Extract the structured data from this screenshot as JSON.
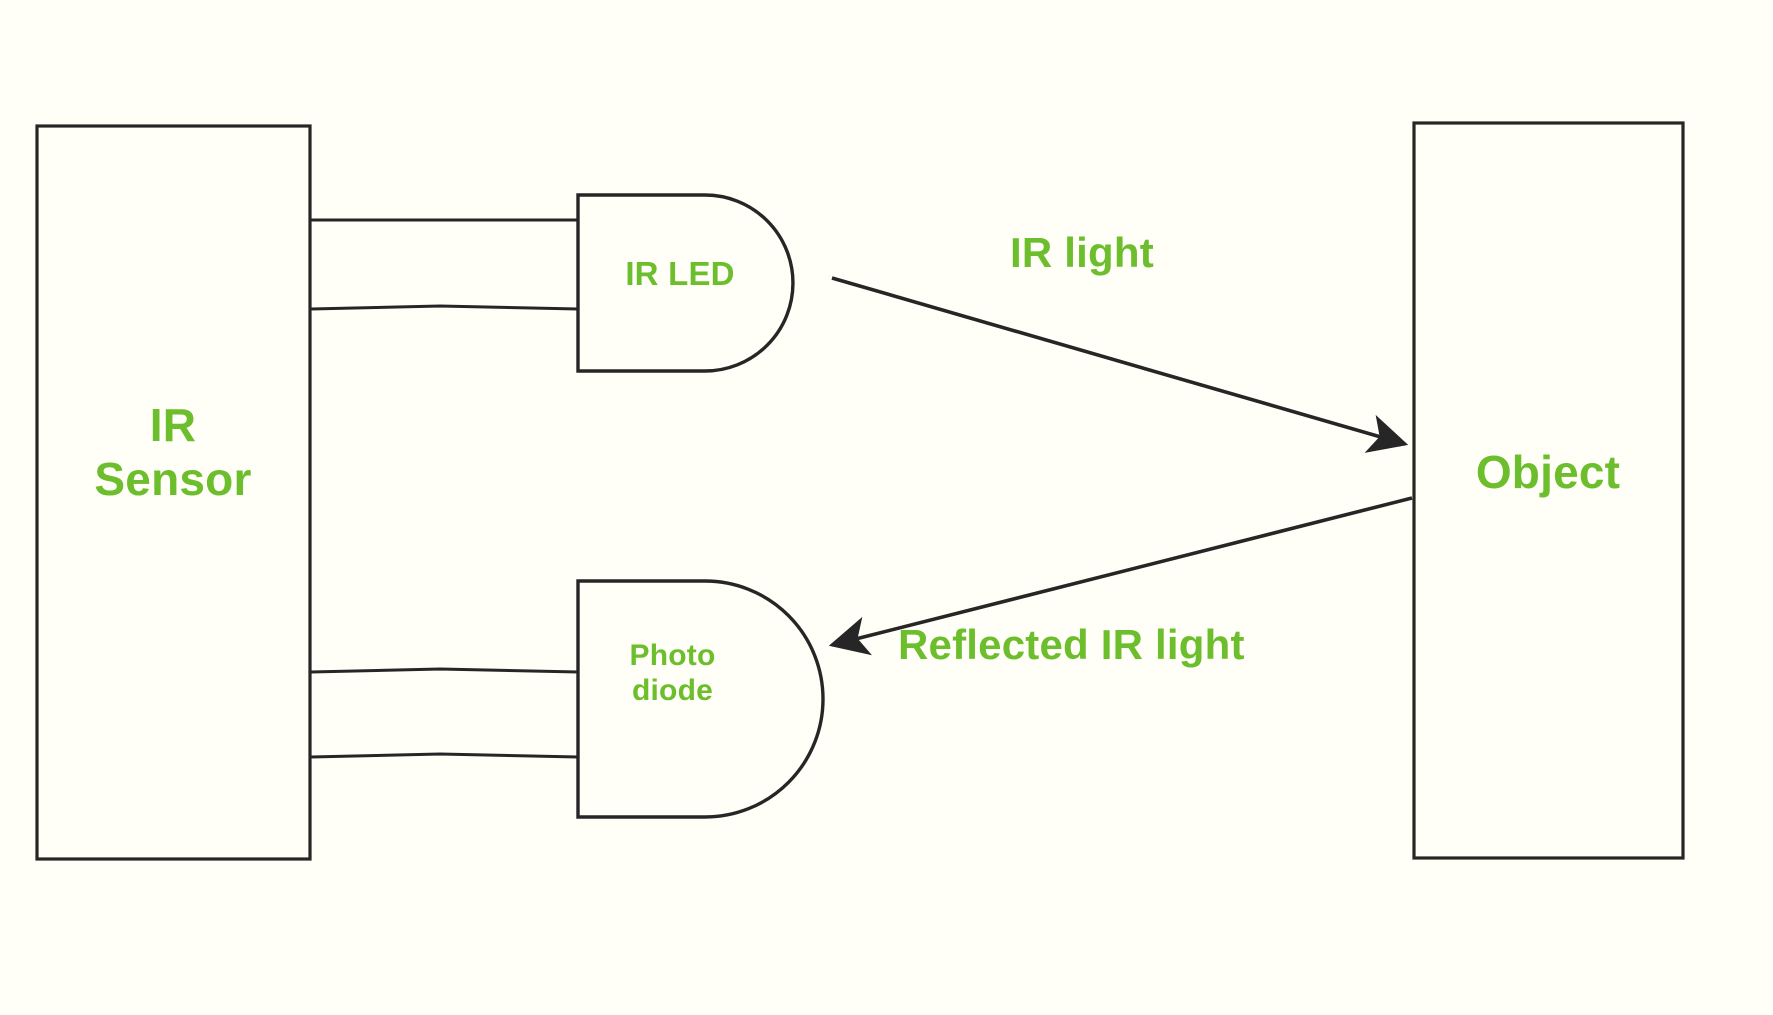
{
  "diagram": {
    "title": "IR Sensor object detection block diagram",
    "background_color": "#FFFEF7",
    "label_color": "#6CBE2C",
    "line_color": "#262626",
    "nodes": {
      "ir_sensor": {
        "label_line1": "IR",
        "label_line2": "Sensor",
        "shape": "rectangle"
      },
      "ir_led": {
        "label": "IR LED",
        "shape": "d-shape"
      },
      "photo_diode": {
        "label_line1": "Photo",
        "label_line2": "diode",
        "shape": "d-shape"
      },
      "object": {
        "label": "Object",
        "shape": "rectangle"
      }
    },
    "edges": {
      "emitted": {
        "label": "IR light",
        "from": "ir_led",
        "to": "object",
        "arrow": "to-object"
      },
      "reflected": {
        "label": "Reflected IR light",
        "from": "object",
        "to": "photo_diode",
        "arrow": "to-photo-diode"
      }
    },
    "leads": [
      "ir-sensor-to-ir-led-top",
      "ir-sensor-to-ir-led-bottom",
      "ir-sensor-to-photo-diode-top",
      "ir-sensor-to-photo-diode-bottom"
    ]
  }
}
